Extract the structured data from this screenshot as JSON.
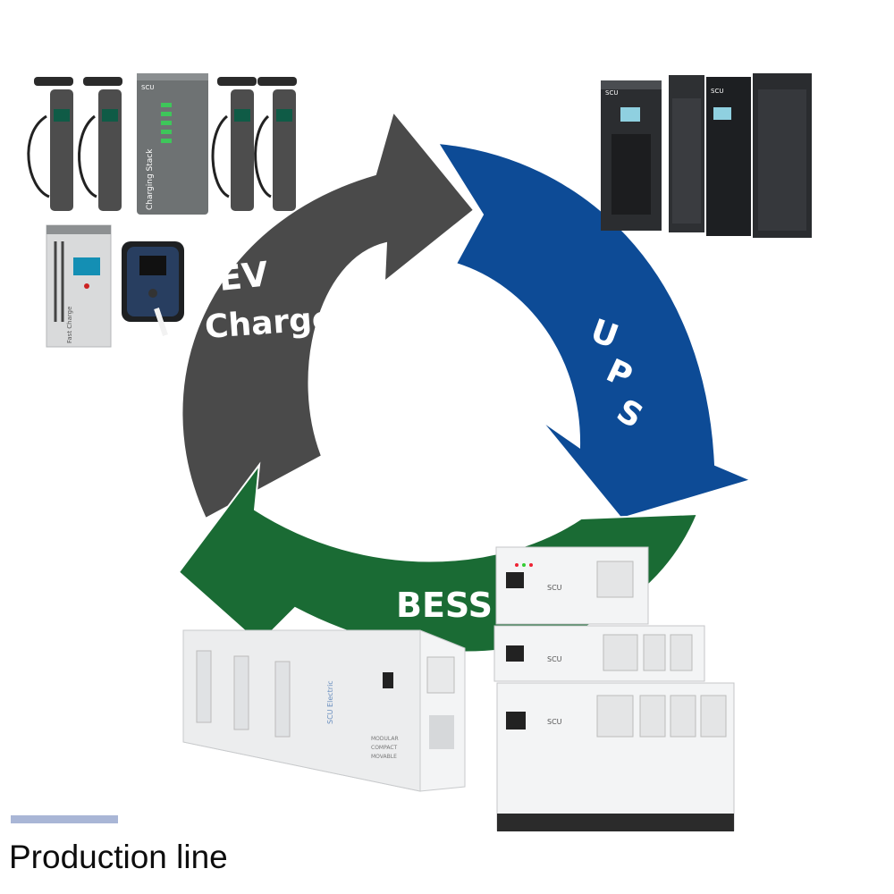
{
  "cycle": {
    "ev_label_line1": "EV",
    "ev_label_line2": "Charger",
    "ups_label_letters": [
      "U",
      "P",
      "S"
    ],
    "bess_label": "BESS"
  },
  "products": {
    "brand": "SCU",
    "charging_stack_label": "Charging Stack",
    "dc_charger_label": "Fast Charge",
    "container_brand": "SCU Electric",
    "container_tagline": [
      "MODULAR",
      "COMPACT",
      "MOVABLE"
    ]
  },
  "footer": {
    "title": "Production line"
  },
  "colors": {
    "ev_arrow": "#4a4a4a",
    "ups_arrow": "#0d4b96",
    "bess_arrow": "#1a6b34",
    "accent_bar": "#a9b6d6"
  }
}
